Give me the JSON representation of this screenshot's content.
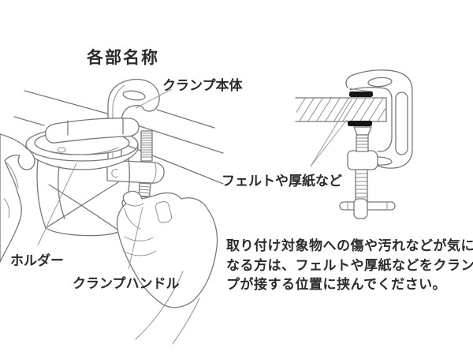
{
  "page": {
    "title": "各部名称"
  },
  "left_diagram": {
    "description": "hand-drawn cup holder with screw clamp attached to table edge, hands adjusting",
    "label_clamp_body": "クランプ本体",
    "label_holder": "ホルダー",
    "label_clamp_handle": "クランプハンドル"
  },
  "right_diagram": {
    "description": "cross-section of C-clamp on hatched table with protective felt pads",
    "label_felt": "フェルトや厚紙など"
  },
  "note": {
    "line1": "取り付け対象物への傷や汚れなどが気に",
    "line2": "なる方は、フェルトや厚紙などをクラン",
    "line3": "プが接する位置に挟んでください。"
  },
  "colors": {
    "background": "#ffffff",
    "line_art": "#787878",
    "text": "#2b2b2b",
    "felt_pad": "#141414"
  }
}
